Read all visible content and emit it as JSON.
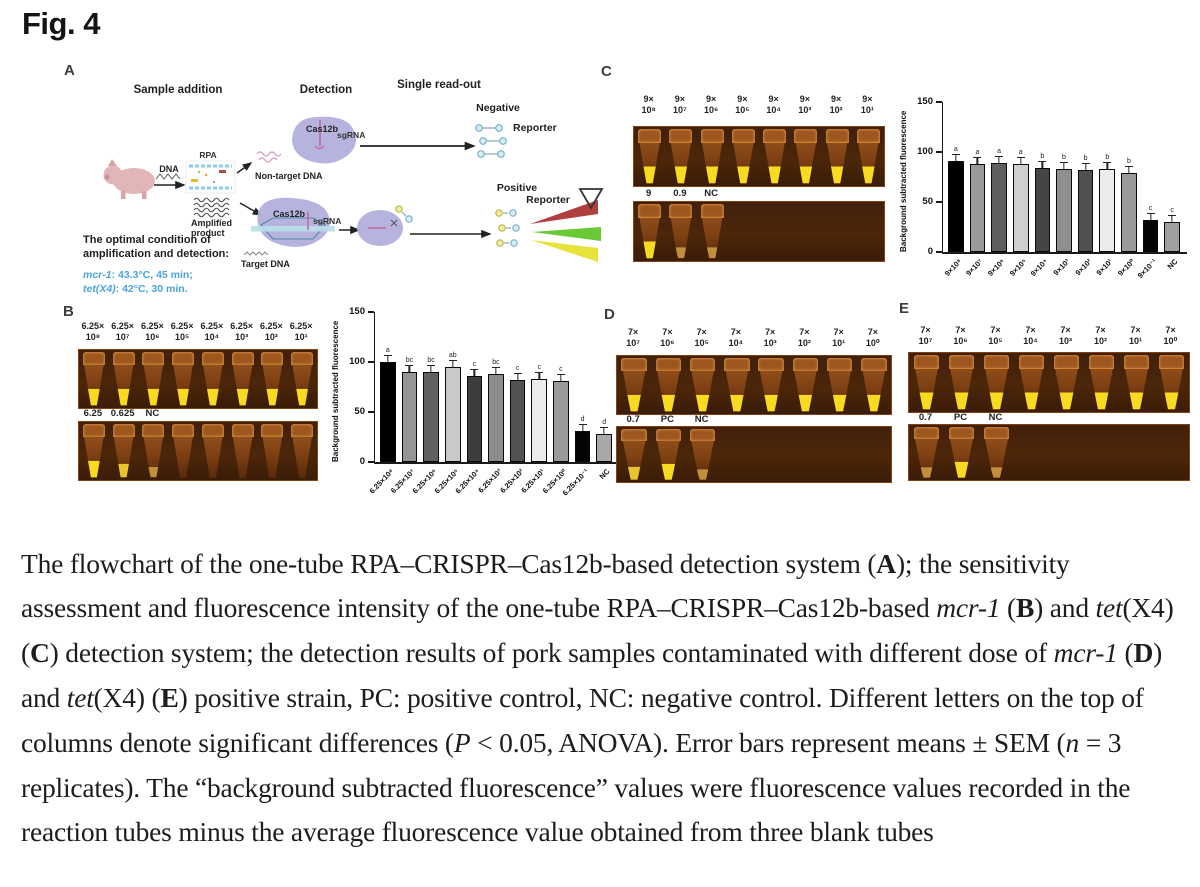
{
  "figure": {
    "label": "Fig. 4"
  },
  "panelA": {
    "tag": "A",
    "heading_sample": "Sample addition",
    "heading_detection": "Detection",
    "heading_readout": "Single read-out",
    "negative": "Negative",
    "reporter_negative": "Reporter",
    "positive": "Positive",
    "reporter_positive": "Reporter",
    "dna": "DNA",
    "rpa": "RPA",
    "non_target": "Non-target DNA",
    "amplified_1": "Amplified",
    "amplified_2": "product",
    "cas12b_top": "Cas12b",
    "sgrna_top": "sgRNA",
    "cas12b_bottom": "Cas12b",
    "sgrna_bottom": "sgRNA",
    "target_dna": "Target DNA",
    "cond_1": "The optimal condition of",
    "cond_2": "amplification and detection:",
    "cond_mcr_gene": "mcr-1",
    "cond_mcr_rest": ": 43.3°C, 45 min;",
    "cond_tet_gene": "tet(X4)",
    "cond_tet_rest": ": 42°C, 30 min.",
    "condition_color": "#4aa3dc"
  },
  "panelB": {
    "tag": "B",
    "top_labels": [
      [
        "6.25×",
        "10⁸"
      ],
      [
        "6.25×",
        "10⁷"
      ],
      [
        "6.25×",
        "10⁶"
      ],
      [
        "6.25×",
        "10⁵"
      ],
      [
        "6.25×",
        "10⁴"
      ],
      [
        "6.25×",
        "10³"
      ],
      [
        "6.25×",
        "10²"
      ],
      [
        "6.25×",
        "10¹"
      ]
    ],
    "bottom_labels": [
      "6.25",
      "0.625",
      "NC"
    ],
    "strip1_levels": [
      "bright",
      "bright",
      "bright",
      "bright",
      "bright",
      "bright",
      "bright",
      "bright"
    ],
    "strip2_levels": [
      "bright",
      "medium",
      "low",
      "none",
      "none",
      "none",
      "none",
      "none"
    ]
  },
  "panelC": {
    "tag": "C",
    "top_labels": [
      [
        "9×",
        "10⁸"
      ],
      [
        "9×",
        "10⁷"
      ],
      [
        "9×",
        "10⁶"
      ],
      [
        "9×",
        "10⁵"
      ],
      [
        "9×",
        "10⁴"
      ],
      [
        "9×",
        "10³"
      ],
      [
        "9×",
        "10²"
      ],
      [
        "9×",
        "10¹"
      ]
    ],
    "bottom_labels": [
      "9",
      "0.9",
      "NC"
    ],
    "strip1_levels": [
      "bright",
      "bright",
      "bright",
      "bright",
      "bright",
      "bright",
      "bright",
      "bright"
    ],
    "strip2_levels": [
      "bright",
      "low",
      "low"
    ]
  },
  "panelD": {
    "tag": "D",
    "top_labels": [
      [
        "7×",
        "10⁷"
      ],
      [
        "7×",
        "10⁶"
      ],
      [
        "7×",
        "10⁵"
      ],
      [
        "7×",
        "10⁴"
      ],
      [
        "7×",
        "10³"
      ],
      [
        "7×",
        "10²"
      ],
      [
        "7×",
        "10¹"
      ],
      [
        "7×",
        "10⁰"
      ]
    ],
    "bottom_labels": [
      "0.7",
      "PC",
      "NC"
    ],
    "strip1_levels": [
      "bright",
      "bright",
      "bright",
      "bright",
      "bright",
      "bright",
      "bright",
      "bright"
    ],
    "strip2_levels": [
      "medium",
      "bright",
      "low"
    ]
  },
  "panelE": {
    "tag": "E",
    "top_labels": [
      [
        "7×",
        "10⁷"
      ],
      [
        "7×",
        "10⁶"
      ],
      [
        "7×",
        "10⁵"
      ],
      [
        "7×",
        "10⁴"
      ],
      [
        "7×",
        "10³"
      ],
      [
        "7×",
        "10²"
      ],
      [
        "7×",
        "10¹"
      ],
      [
        "7×",
        "10⁰"
      ]
    ],
    "bottom_labels": [
      "0.7",
      "PC",
      "NC"
    ],
    "strip1_levels": [
      "bright",
      "bright",
      "bright",
      "bright",
      "bright",
      "bright",
      "bright",
      "bright"
    ],
    "strip2_levels": [
      "low",
      "bright",
      "low"
    ]
  },
  "chart_data": [
    {
      "id": "chart-b",
      "type": "bar",
      "ylabel": "Background subtracted fluorescence",
      "xlabel": "",
      "ylim": [
        0,
        150
      ],
      "yticks": [
        0,
        50,
        100,
        150
      ],
      "categories": [
        "6.25×10⁸",
        "6.25×10⁷",
        "6.25×10⁶",
        "6.25×10⁵",
        "6.25×10⁴",
        "6.25×10³",
        "6.25×10²",
        "6.25×10¹",
        "6.25×10⁰",
        "6.25×10⁻¹",
        "NC"
      ],
      "values": [
        100,
        90,
        90,
        95,
        86,
        88,
        82,
        83,
        81,
        31,
        28
      ],
      "letters": [
        "a",
        "bc",
        "bc",
        "ab",
        "c",
        "bc",
        "c",
        "c",
        "c",
        "d",
        "d"
      ],
      "colors": [
        "#000000",
        "#959595",
        "#616161",
        "#c9c9c9",
        "#3d3d3d",
        "#8c8c8c",
        "#525252",
        "#ebebeb",
        "#9a9a9a",
        "#050505",
        "#a8a8a8"
      ]
    },
    {
      "id": "chart-c",
      "type": "bar",
      "ylabel": "Background subtracted fluorescence",
      "xlabel": "",
      "ylim": [
        0,
        150
      ],
      "yticks": [
        0,
        50,
        100,
        150
      ],
      "categories": [
        "9×10⁸",
        "9×10⁷",
        "9×10⁶",
        "9×10⁵",
        "9×10⁴",
        "9×10³",
        "9×10²",
        "9×10¹",
        "9×10⁰",
        "9×10⁻¹",
        "NC"
      ],
      "values": [
        91,
        88,
        89,
        88,
        84,
        83,
        82,
        83,
        79,
        32,
        30
      ],
      "letters": [
        "a",
        "a",
        "a",
        "a",
        "b",
        "b",
        "b",
        "b",
        "b",
        "c",
        "c"
      ],
      "colors": [
        "#000000",
        "#9a9a9a",
        "#5e5e5e",
        "#cfcfcf",
        "#454545",
        "#8f8f8f",
        "#505050",
        "#ececec",
        "#9a9a9a",
        "#050505",
        "#a0a0a0"
      ]
    }
  ],
  "caption": {
    "segments": [
      {
        "t": "The flowchart of the one-tube RPA–CRISPR–Cas12b-based detection system (",
        "s": "r"
      },
      {
        "t": "A",
        "s": "b"
      },
      {
        "t": "); the sensitivity assessment and fluorescence intensity of the one-tube RPA–CRISPR–Cas12b-based ",
        "s": "r"
      },
      {
        "t": "mcr-1",
        "s": "i"
      },
      {
        "t": " (",
        "s": "r"
      },
      {
        "t": "B",
        "s": "b"
      },
      {
        "t": ") and ",
        "s": "r"
      },
      {
        "t": "tet",
        "s": "i"
      },
      {
        "t": "(X4) (",
        "s": "r"
      },
      {
        "t": "C",
        "s": "b"
      },
      {
        "t": ") detection system; the detection results of pork samples contaminated with different dose of ",
        "s": "r"
      },
      {
        "t": "mcr-1",
        "s": "i"
      },
      {
        "t": " (",
        "s": "r"
      },
      {
        "t": "D",
        "s": "b"
      },
      {
        "t": ") and ",
        "s": "r"
      },
      {
        "t": "tet",
        "s": "i"
      },
      {
        "t": "(X4) (",
        "s": "r"
      },
      {
        "t": "E",
        "s": "b"
      },
      {
        "t": ") positive strain, PC: positive control, NC: negative control. Different letters on the top of columns denote significant differences (",
        "s": "r"
      },
      {
        "t": "P",
        "s": "i"
      },
      {
        "t": " < 0.05, ANOVA). Error bars represent means ± SEM (",
        "s": "r"
      },
      {
        "t": "n",
        "s": "i"
      },
      {
        "t": " = 3 replicates). The “background subtracted fluorescence” values were fluorescence values recorded in the reaction tubes minus the average fluorescence value obtained from three blank tubes",
        "s": "r"
      }
    ]
  }
}
